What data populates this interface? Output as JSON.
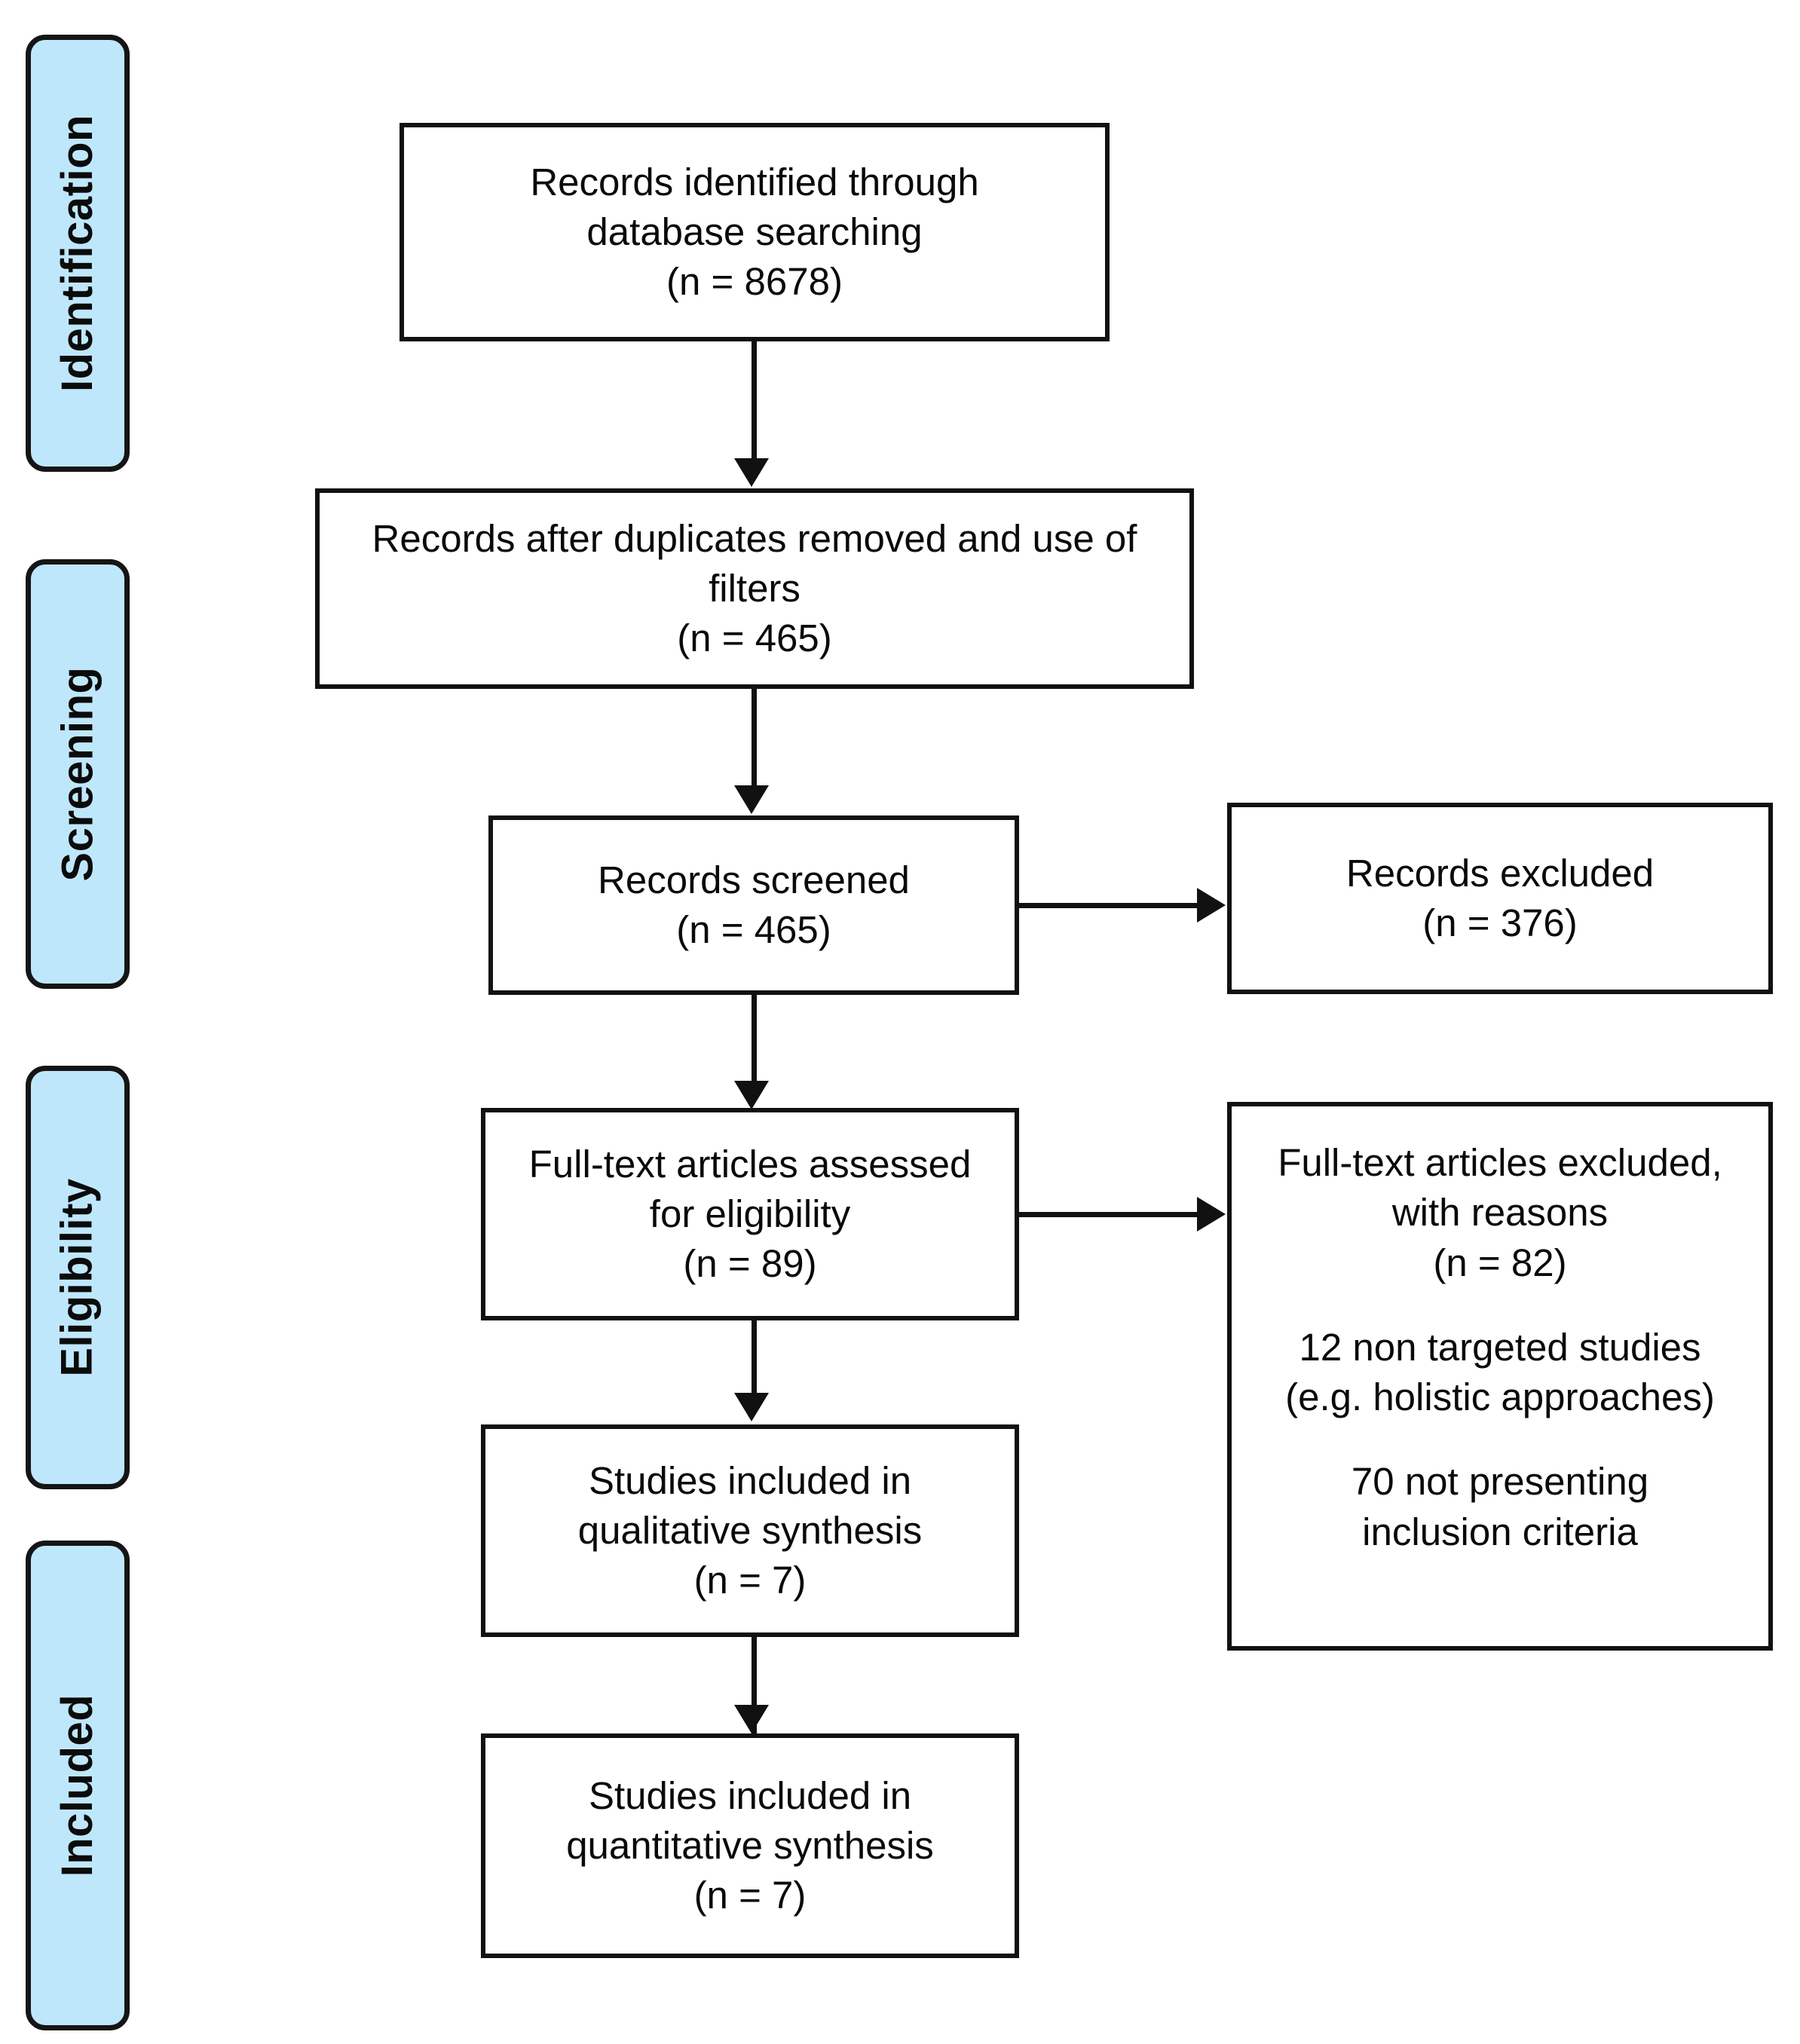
{
  "diagram": {
    "type": "prisma-flow-diagram",
    "accent_color": "#bfe7fb",
    "line_color": "#111111",
    "stages": [
      {
        "id": "identification",
        "label": "Identification"
      },
      {
        "id": "screening",
        "label": "Screening"
      },
      {
        "id": "eligibility",
        "label": "Eligibility"
      },
      {
        "id": "included",
        "label": "Included"
      }
    ],
    "boxes": [
      {
        "id": "records-identified",
        "lines": [
          "Records identified through",
          "database searching",
          "(n = 8678)"
        ],
        "n": 8678
      },
      {
        "id": "records-after-duplicates",
        "lines": [
          "Records after duplicates removed and use of",
          "filters",
          "(n = 465)"
        ],
        "n": 465
      },
      {
        "id": "records-screened",
        "lines": [
          "Records screened",
          "(n = 465)"
        ],
        "n": 465
      },
      {
        "id": "records-excluded",
        "lines": [
          "Records excluded",
          "(n = 376)"
        ],
        "n": 376
      },
      {
        "id": "fulltext-assessed",
        "lines": [
          "Full-text articles assessed",
          "for eligibility",
          "(n = 89)"
        ],
        "n": 89
      },
      {
        "id": "fulltext-excluded",
        "lines": [
          "Full-text articles excluded,",
          "with reasons",
          "(n = 82)"
        ],
        "n": 82,
        "reasons": [
          "12 non targeted studies",
          "(e.g. holistic approaches)",
          "70 not presenting",
          "inclusion criteria"
        ]
      },
      {
        "id": "qualitative-synthesis",
        "lines": [
          "Studies included in",
          "qualitative synthesis",
          "(n = 7)"
        ],
        "n": 7
      },
      {
        "id": "quantitative-synthesis",
        "lines": [
          "Studies included in",
          "quantitative synthesis",
          "(n = 7)"
        ],
        "n": 7
      }
    ]
  }
}
